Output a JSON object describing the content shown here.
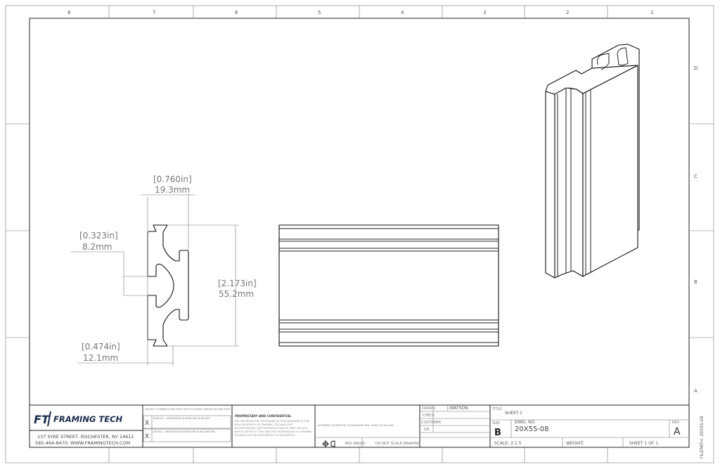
{
  "zones": {
    "columns": [
      "8",
      "7",
      "6",
      "5",
      "4",
      "3",
      "2",
      "1"
    ],
    "rows": [
      "D",
      "C",
      "B",
      "A"
    ]
  },
  "dimensions": {
    "width": {
      "in": "[0.760in]",
      "mm": "19.3mm"
    },
    "slot": {
      "in": "[0.323in]",
      "mm": "8.2mm"
    },
    "height": {
      "in": "[2.173in]",
      "mm": "55.2mm"
    },
    "base": {
      "in": "[0.474in]",
      "mm": "12.1mm"
    }
  },
  "title_block": {
    "logo_text": "FRAMING TECH",
    "logo_mark": "FT",
    "address": "137 SYKE STREET, ROCHESTER, NY 14611",
    "contact": "585-464-8470, WWW.FRAMINGTECH.COM",
    "spec_header": "UNLESS OTHERWISE SPECIFIED THE FOLLOWING SPECIFICATIONS APPLY",
    "spec_english": "ENGLISH - DIMENSIONS SHOWN ARE IN INCHES",
    "spec_metric": "METRIC - DIMENSIONS SHOWN ARE IN MILLIMETERS",
    "check_mark": "X",
    "proprietary_title": "PROPRIETARY AND CONFIDENTIAL",
    "proprietary_text": "THE INFORMATION CONTAINED IN THIS DRAWING IS THE SOLE PROPERTY OF FRAMING TECHNOLOGY INCORPORATED. ANY REPRODUCTION IN PART OR AS A WHOLE WITHOUT THE WRITTEN PERMISSION OF FRAMING TECHNOLOGY INCORPORATED IS PROHIBITED.",
    "tolerancing_note": "INTERPRET GEOMETRIC TOLERANCING PER: ASME Y14.5M-2009",
    "projection": "3RD ANGLE",
    "do_not_scale": "DO NOT SCALE DRAWING",
    "drawn_label": "DRAWN",
    "drawn_value": "J.WATSON",
    "check_label": "CHECK",
    "customer_label": "CUSTOMER",
    "dr_label": "DR",
    "title_label": "TITLE:",
    "title_value": "SHEET-1",
    "size_label": "SIZE",
    "size_value": "B",
    "dwg_label": "DWG. NO.",
    "dwg_value": "20X55-08",
    "rev_label": "REV",
    "rev_value": "A",
    "scale": "SCALE: 2:1.5",
    "weight": "WEIGHT:",
    "sheet": "SHEET 1 OF 1",
    "filepath": "FILEPATH: 20X55-08"
  }
}
